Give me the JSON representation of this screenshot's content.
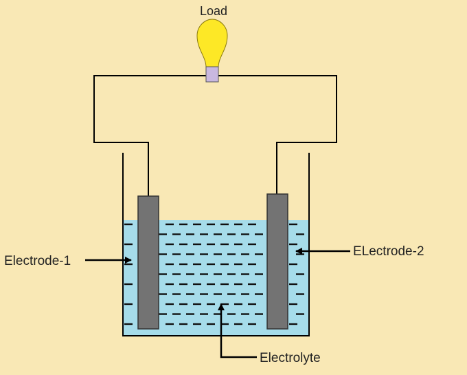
{
  "diagram": {
    "labels": {
      "load": "Load",
      "electrode_1": "Electrode-1",
      "electrode_2": "ELectrode-2",
      "electrolyte": "Electrolyte"
    },
    "colors": {
      "background": "#f9e8b5",
      "electrolyte": "#a6dcea",
      "electrode": "#737373",
      "bulb_glass": "#fde826",
      "bulb_base": "#c9b8e0",
      "wire": "#000000"
    }
  }
}
